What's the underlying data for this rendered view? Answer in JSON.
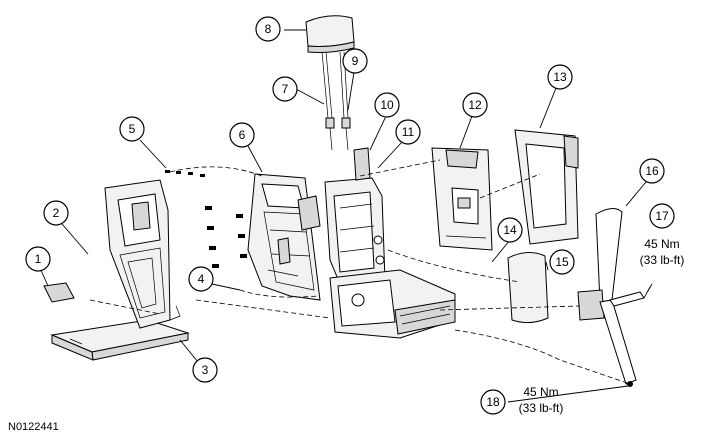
{
  "figure_id": "N0122441",
  "callouts": [
    {
      "label": "1"
    },
    {
      "label": "2"
    },
    {
      "label": "3"
    },
    {
      "label": "4"
    },
    {
      "label": "5"
    },
    {
      "label": "6"
    },
    {
      "label": "7"
    },
    {
      "label": "8"
    },
    {
      "label": "9"
    },
    {
      "label": "10"
    },
    {
      "label": "11"
    },
    {
      "label": "12"
    },
    {
      "label": "13"
    },
    {
      "label": "14"
    },
    {
      "label": "15"
    },
    {
      "label": "16"
    },
    {
      "label": "17"
    },
    {
      "label": "18"
    }
  ],
  "torque_specs": {
    "item17": {
      "nm": "45 Nm",
      "lbft": "(33 lb-ft)"
    },
    "item18": {
      "nm": "45 Nm",
      "lbft": "(33 lb-ft)"
    }
  }
}
